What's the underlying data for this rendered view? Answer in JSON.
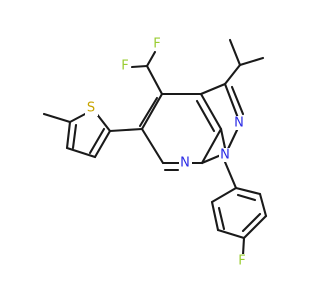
{
  "atoms": {
    "f_top": {
      "label": "F",
      "color": "#9ACD32"
    },
    "f_left": {
      "label": "F",
      "color": "#9ACD32"
    },
    "f_para": {
      "label": "F",
      "color": "#9ACD32"
    },
    "s_thiophene": {
      "label": "S",
      "color": "#C8A400"
    },
    "n_pyrazole_2": {
      "label": "N",
      "color": "#2B2BE6"
    },
    "n_pyrazole_1": {
      "label": "N",
      "color": "#2B2BE6"
    },
    "n_pyridine": {
      "label": "N",
      "color": "#2B2BE6"
    }
  },
  "colors": {
    "bond": "#1a1a1a",
    "background": "#ffffff"
  }
}
